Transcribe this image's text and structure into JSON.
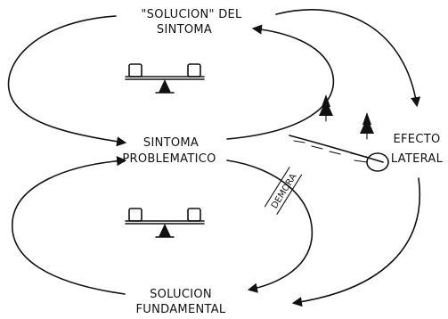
{
  "nodes": {
    "symptomatic_solution": {
      "line1": "\"SOLUCION\" DEL",
      "line2": "SINTOMA"
    },
    "problem_symptom": {
      "line1": "SINTOMA",
      "line2": "PROBLEMATICO"
    },
    "fundamental_solution": {
      "line1": "SOLUCION",
      "line2": "FUNDAMENTAL"
    },
    "side_effect": {
      "line1": "EFECTO",
      "line2": "LATERAL"
    }
  },
  "delay": {
    "label": "DEMORA"
  },
  "icons": {
    "balance_top": "seesaw-balance-icon",
    "balance_bottom": "seesaw-balance-icon",
    "scene": "sled-on-hill-icon"
  },
  "colors": {
    "ink": "#111111",
    "background": "#ffffff"
  }
}
